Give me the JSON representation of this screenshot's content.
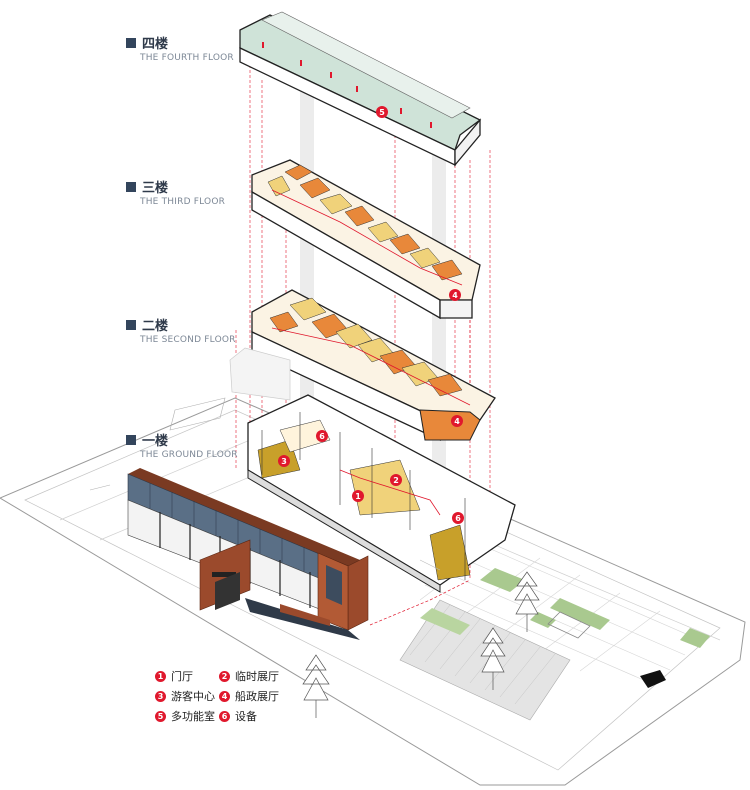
{
  "floors": [
    {
      "cn": "四楼",
      "en": "THE FOURTH FLOOR"
    },
    {
      "cn": "三楼",
      "en": "THE THIRD FLOOR"
    },
    {
      "cn": "二楼",
      "en": "THE SECOND FLOOR"
    },
    {
      "cn": "一楼",
      "en": "THE GROUND FLOOR"
    }
  ],
  "legend": [
    {
      "num": "1",
      "label": "门厅"
    },
    {
      "num": "2",
      "label": "临时展厅"
    },
    {
      "num": "3",
      "label": "游客中心"
    },
    {
      "num": "4",
      "label": "船政展厅"
    },
    {
      "num": "5",
      "label": "多功能室"
    },
    {
      "num": "6",
      "label": "设备"
    }
  ],
  "markers": {
    "fourth": "5",
    "third": "4",
    "second": "4",
    "ground_a": "6",
    "ground_b": "3",
    "ground_c": "1",
    "ground_d": "2",
    "ground_e": "6"
  },
  "colors": {
    "accent_red": "#e0182d",
    "floor_label_square": "#33455c",
    "room_orange": "#e8883a",
    "room_yellow": "#f0d27a",
    "roof_green": "#cfe3d8",
    "brick": "#9b4a2c",
    "glass": "#5a6f86",
    "grass": "#a9c98f"
  }
}
